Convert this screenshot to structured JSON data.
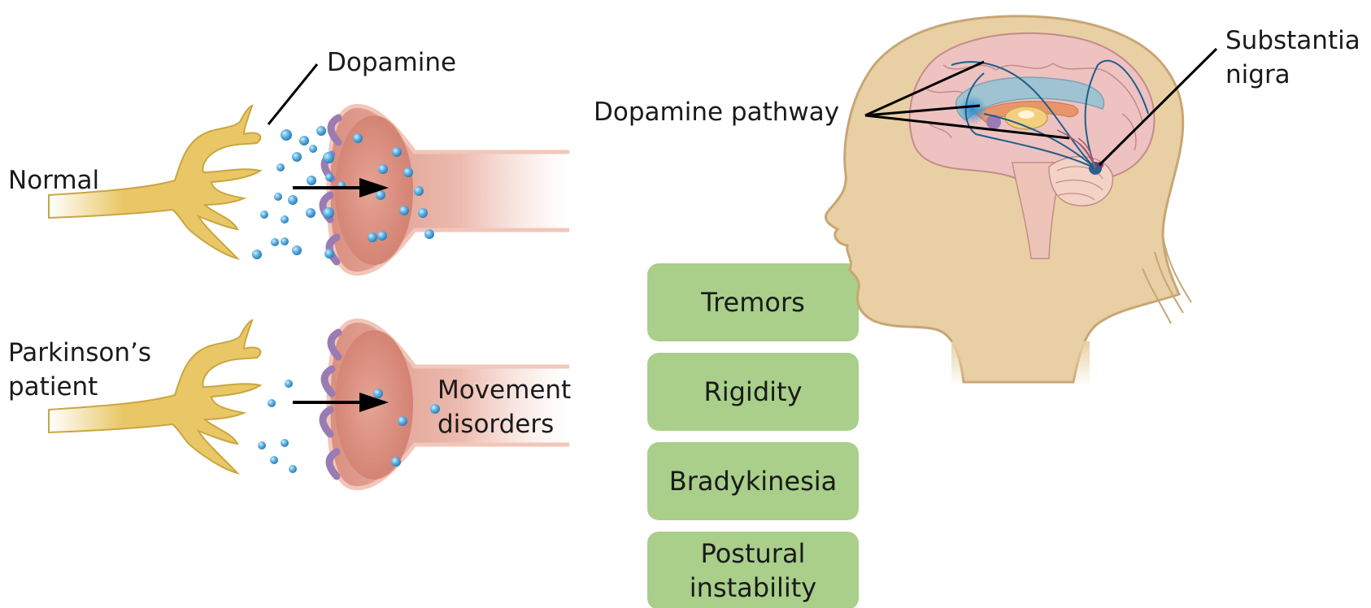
{
  "labels": {
    "dopamine": "Dopamine",
    "normal": "Normal",
    "parkinsons_line1": "Parkinson’s",
    "parkinsons_line2": "patient",
    "movement_line1": "Movement",
    "movement_line2": "disorders",
    "dopamine_pathway": "Dopamine pathway",
    "substantia_line1": "Substantia",
    "substantia_line2": "nigra"
  },
  "symptoms": [
    {
      "lines": [
        "Tremors"
      ]
    },
    {
      "lines": [
        "Rigidity"
      ]
    },
    {
      "lines": [
        "Bradykinesia"
      ]
    },
    {
      "lines": [
        "Postural",
        "instability"
      ]
    }
  ],
  "colors": {
    "axon": "#e9c766",
    "axon_outline": "#c9a640",
    "dopamine": "#5aaee0",
    "receptor": "#9b7bb3",
    "dendrite_fill": "#dc8f7f",
    "dendrite_outline": "#f2c6b9",
    "symptom_box": "#a9cf8b",
    "skin": "#e8d0a4",
    "skin_outline": "#c8a673"
  }
}
